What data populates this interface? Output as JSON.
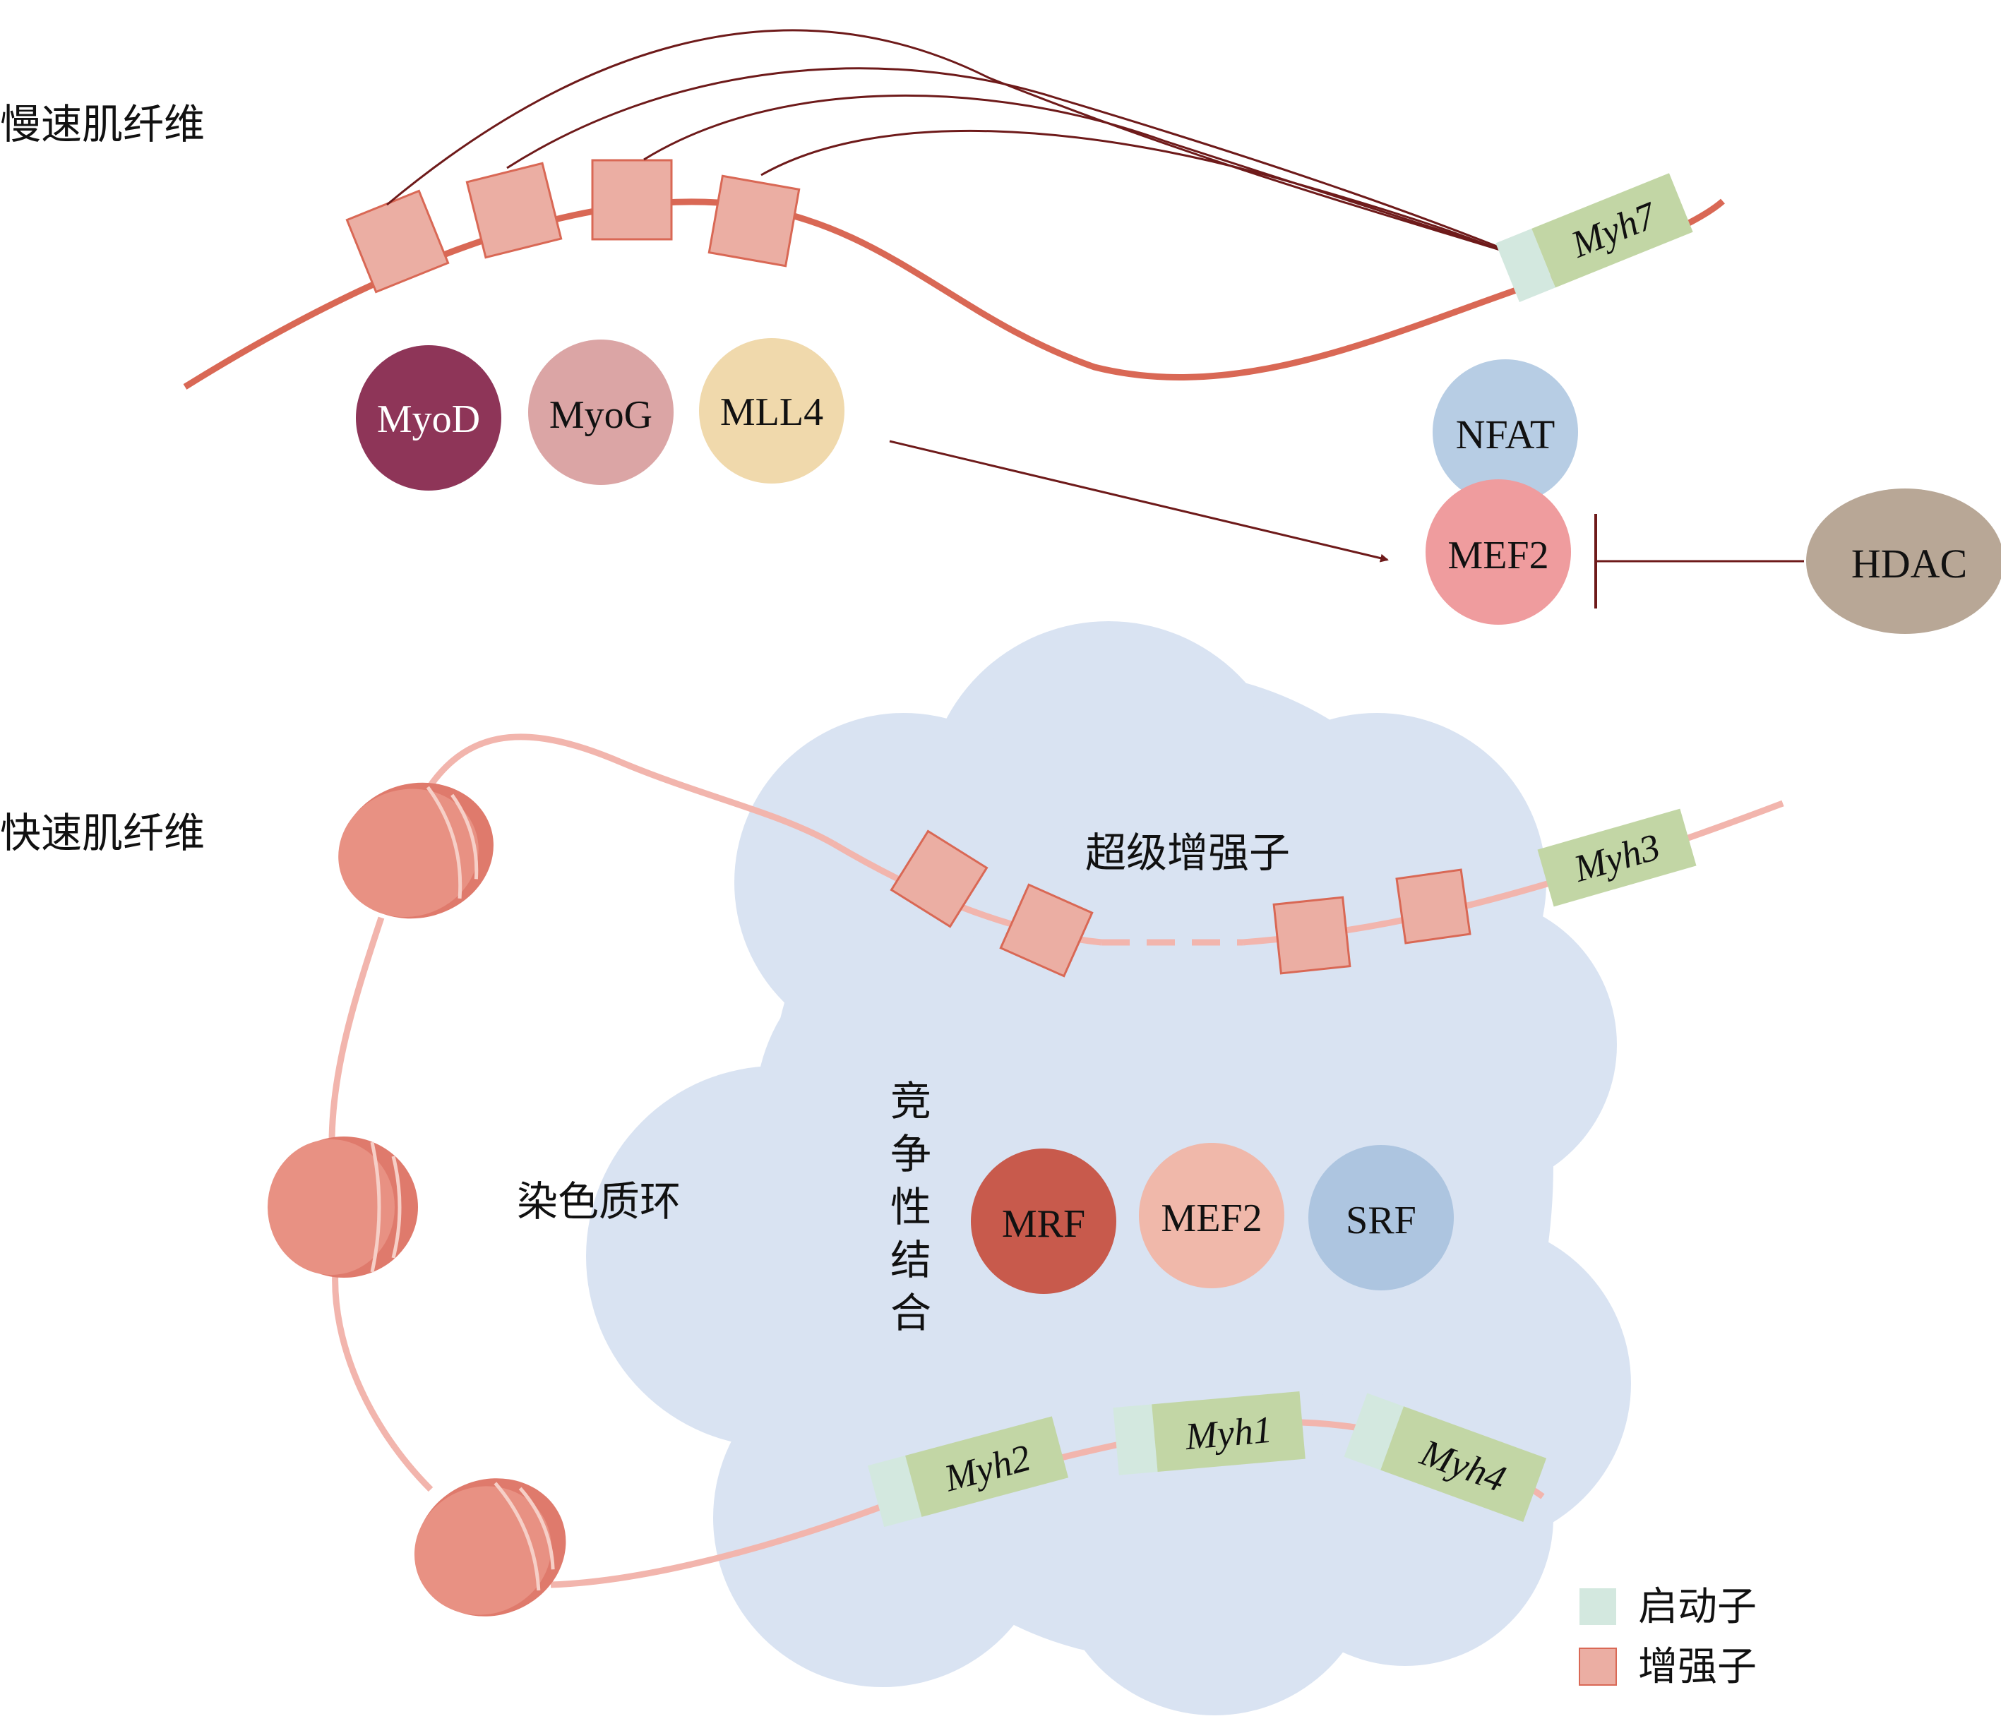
{
  "slow": {
    "label": "慢速肌纤维",
    "gene": "Myh7",
    "factors": {
      "myod": "MyoD",
      "myog": "MyoG",
      "mll4": "MLL4",
      "nfat": "NFAT",
      "mef2": "MEF2",
      "hdac": "HDAC"
    }
  },
  "fast": {
    "label": "快速肌纤维",
    "super_enhancer": "超级增强子",
    "gene_myh3": "Myh3",
    "loop_label": "染色质环",
    "competitive": [
      "竞",
      "争",
      "性",
      "结",
      "合"
    ],
    "factors": {
      "mrf": "MRF",
      "mef2": "MEF2",
      "srf": "SRF"
    },
    "gene_myh2": "Myh2",
    "gene_myh1": "Myh1",
    "gene_myh4": "Myh4"
  },
  "legend": {
    "promoter": "启动子",
    "enhancer": "增强子"
  },
  "colors": {
    "promoter": "#d3e8df",
    "enhancer": "#ebaea3",
    "gene": "#c2d6a5",
    "slow_dna": "#d96855",
    "fast_dna": "#f2b5ad",
    "cloud": "#d9e3f2",
    "arrow": "#6e1a1a",
    "myod": "#8e3558",
    "myog": "#dba5a5",
    "mll4": "#f0d9ac",
    "nfat": "#b7cde4",
    "mef2_slow": "#ef9c9e",
    "hdac": "#b8a796",
    "mrf": "#c85a4c",
    "mef2_fast": "#f0b8aa",
    "srf": "#adc5e0",
    "nucleosome": "#df7a6c"
  }
}
